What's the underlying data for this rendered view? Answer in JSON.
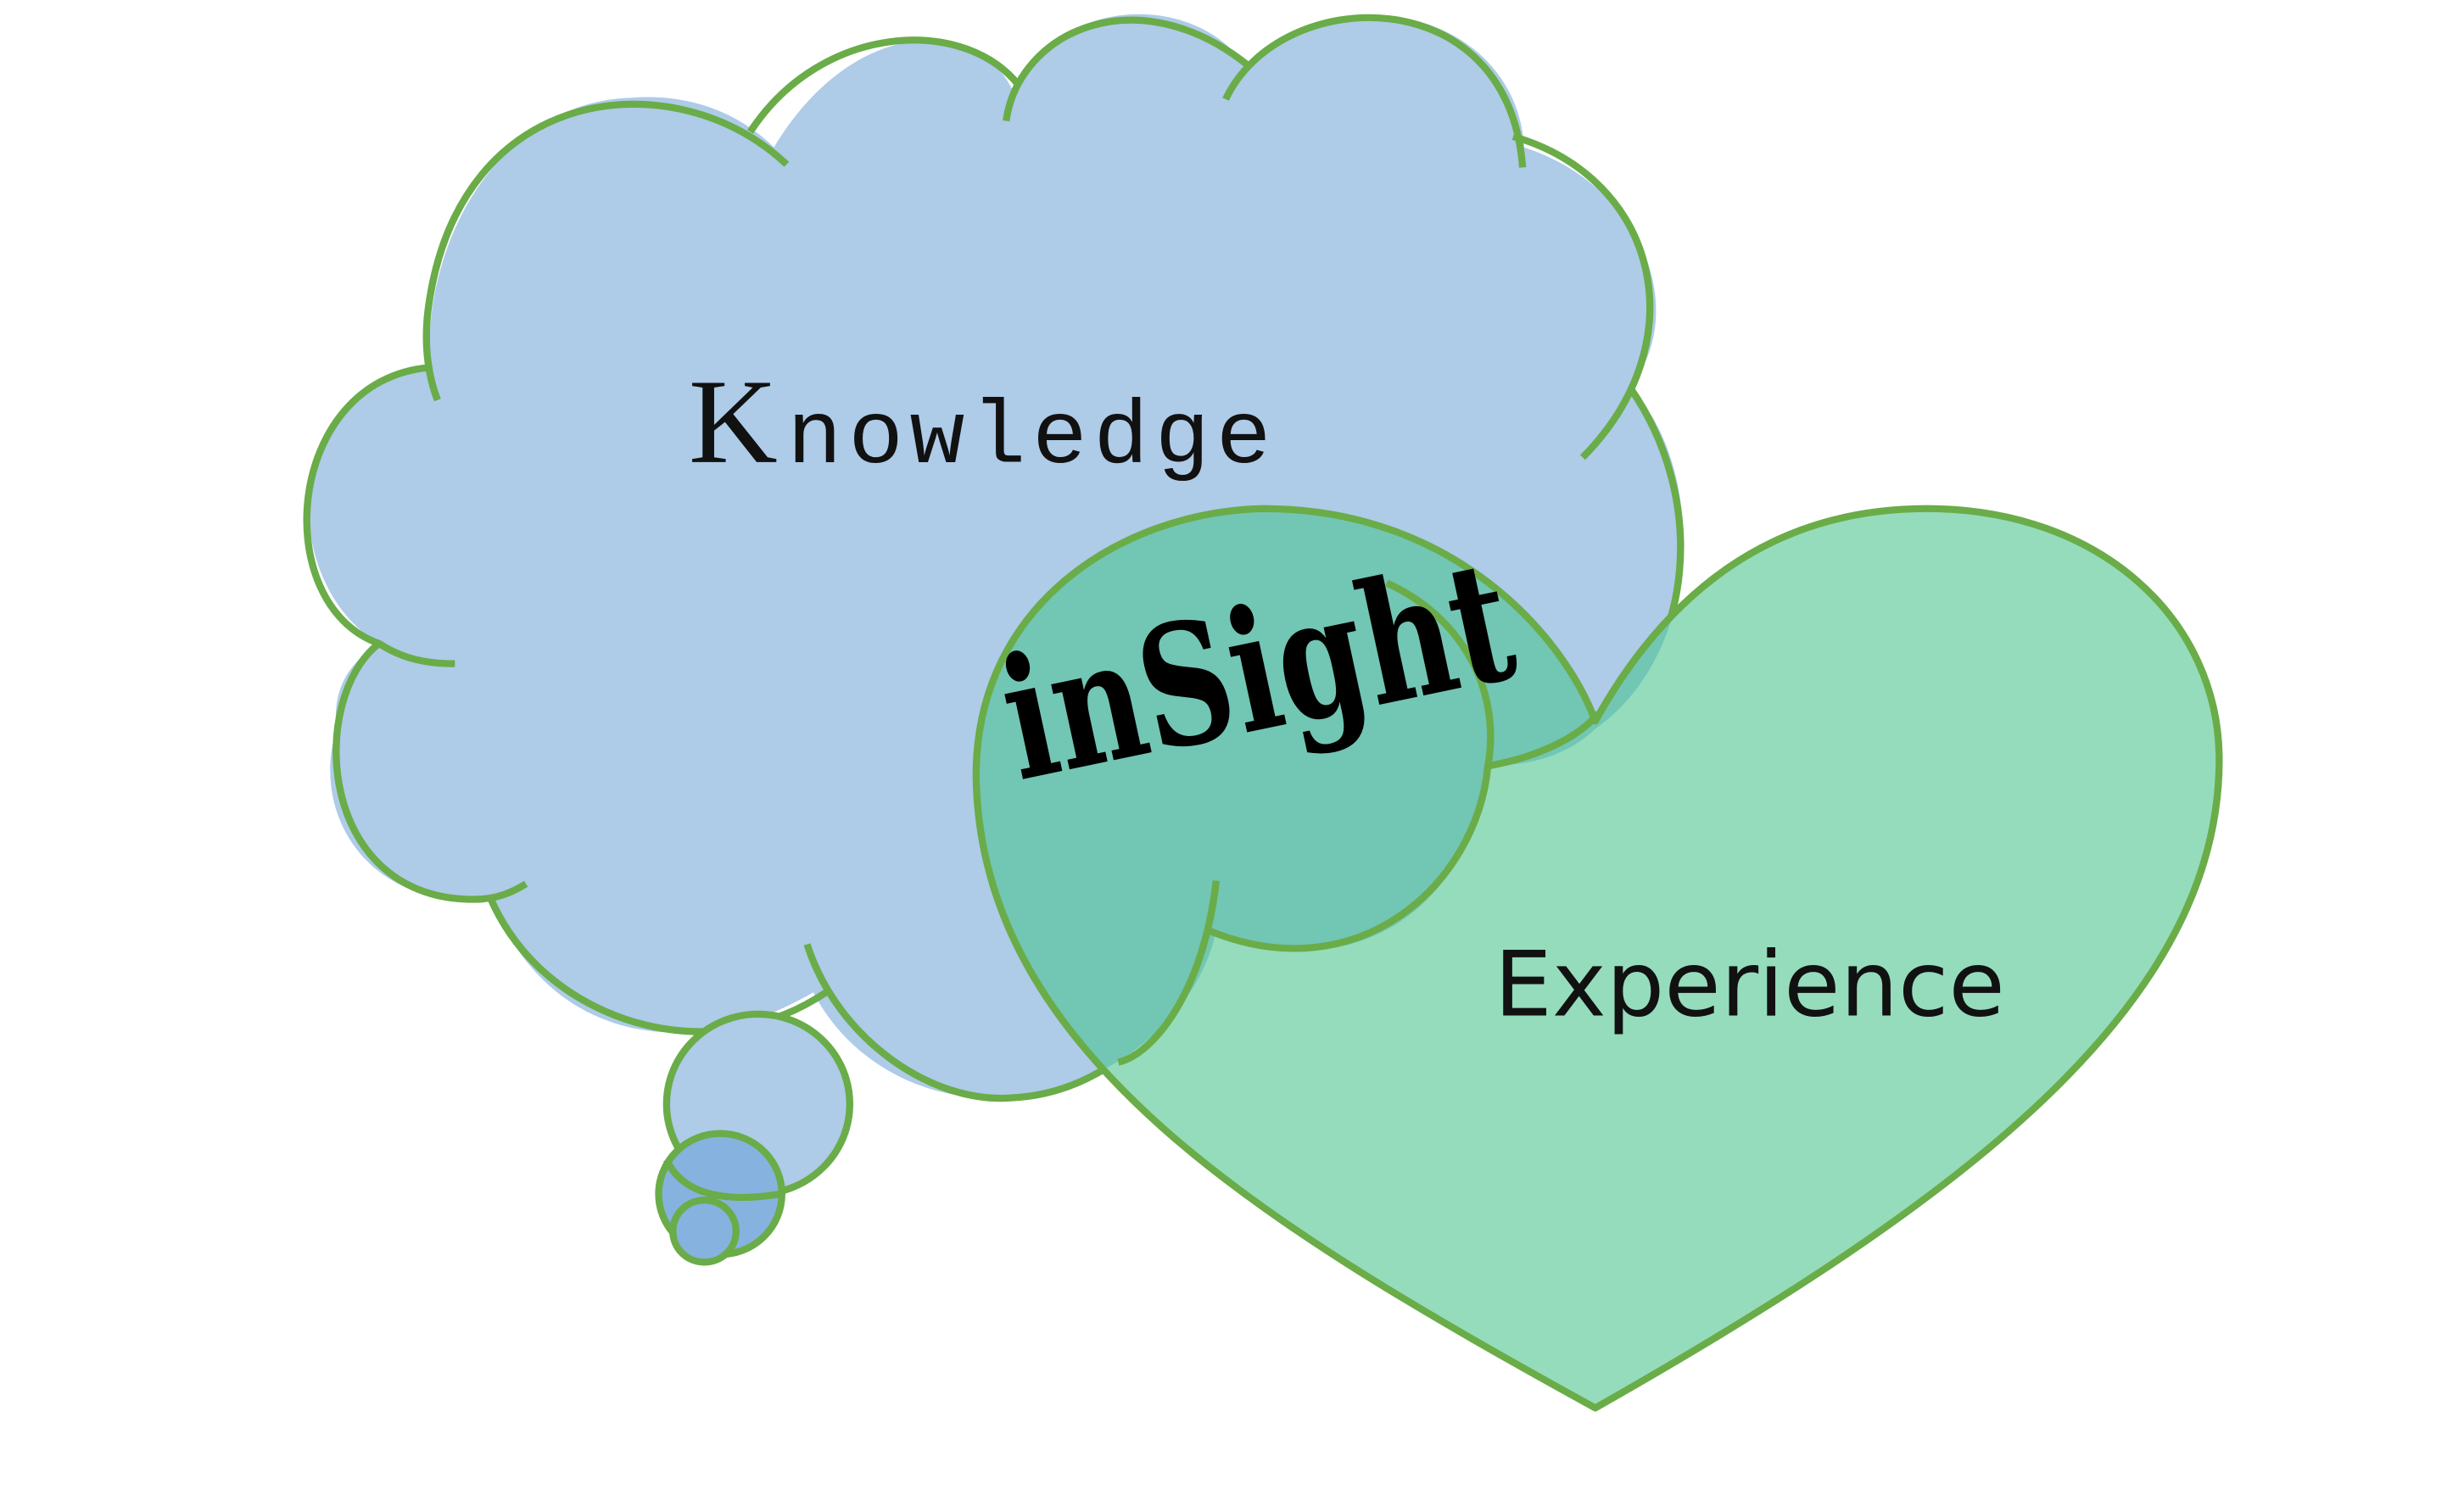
{
  "diagram": {
    "knowledge_label": "Knowledge",
    "experience_label": "Experience",
    "insight_label": "inSight"
  },
  "colors": {
    "cloud_fill": "#aecbe8",
    "bubble_fill": "#86b2df",
    "heart_fill": "#95dcbc",
    "overlap_fill": "#72c6b4",
    "outline": "#6aac48",
    "text": "#111111"
  },
  "shapes": {
    "cloud": "thought-bubble",
    "heart": "heart",
    "overlap": "intersection"
  }
}
